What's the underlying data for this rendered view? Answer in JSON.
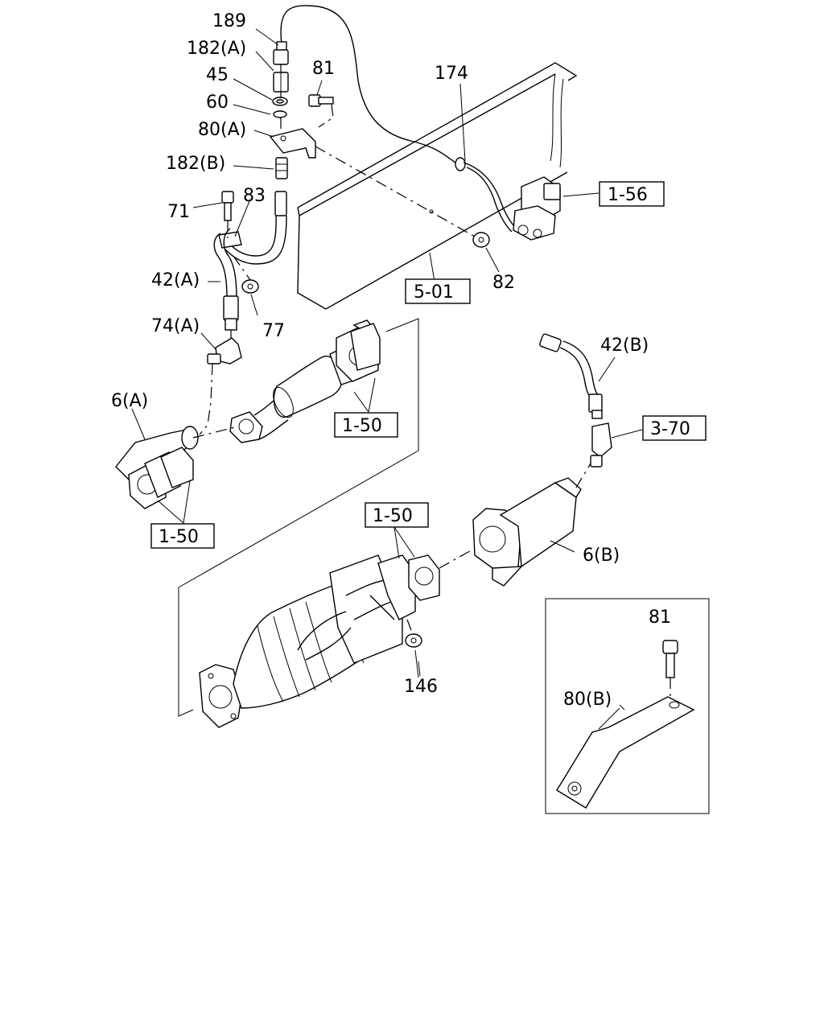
{
  "labels": {
    "l189": "189",
    "l182a": "182(A)",
    "l45": "45",
    "l60": "60",
    "l80a": "80(A)",
    "l182b": "182(B)",
    "l71": "71",
    "l83": "83",
    "l42a": "42(A)",
    "l74a": "74(A)",
    "l77": "77",
    "l81": "81",
    "l174": "174",
    "l82": "82",
    "l6a": "6(A)",
    "l42b": "42(B)",
    "l6b": "6(B)",
    "l146": "146",
    "l81b": "81",
    "l80b": "80(B)"
  },
  "refs": {
    "r156": "1-56",
    "r501": "5-01",
    "r150a": "1-50",
    "r150b": "1-50",
    "r150c": "1-50",
    "r370": "3-70"
  }
}
